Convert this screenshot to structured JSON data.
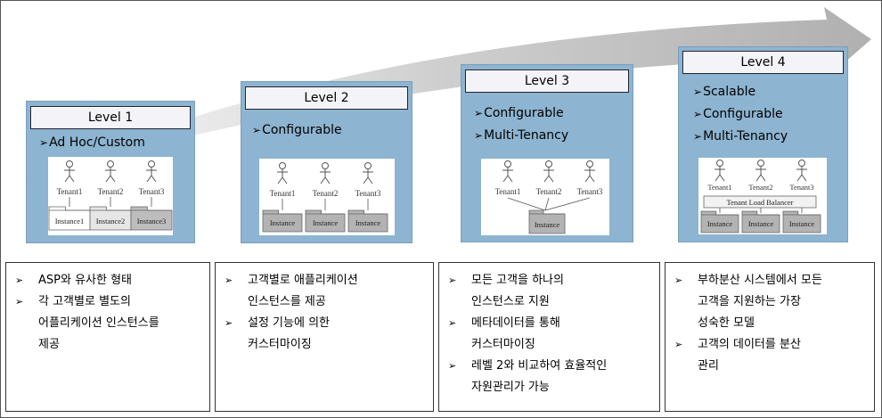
{
  "levels": [
    {
      "title": "Level 1",
      "features": [
        "Ad Hoc/Custom"
      ],
      "tenants": [
        "Tenant1",
        "Tenant2",
        "Tenant3"
      ],
      "instances": [
        "Instance1",
        "Instance2",
        "Instance3"
      ]
    },
    {
      "title": "Level 2",
      "features": [
        "Configurable"
      ],
      "tenants": [
        "Tenant1",
        "Tenant2",
        "Tenant3"
      ],
      "instances": [
        "Instance",
        "Instance",
        "Instance"
      ]
    },
    {
      "title": "Level 3",
      "features": [
        "Configurable",
        "Multi-Tenancy"
      ],
      "tenants": [
        "Tenant1",
        "Tenant2",
        "Tenant3"
      ],
      "instances": [
        "Instance"
      ]
    },
    {
      "title": "Level 4",
      "features": [
        "Scalable",
        "Configurable",
        "Multi-Tenancy"
      ],
      "tenants": [
        "Tenant1",
        "Tenant2",
        "Tenant3"
      ],
      "balancer": "Tenant Load Balancer",
      "instances": [
        "Instance",
        "Instance",
        "Instance"
      ]
    }
  ],
  "descriptions": [
    [
      "ASP와 유사한 형태",
      "각 고객별로 별도의\n어플리케이션 인스턴스를\n제공"
    ],
    [
      "고객별로 애플리케이션\n인스턴스를 제공",
      "설정 기능에 의한\n커스터마이징"
    ],
    [
      "모든 고객을 하나의\n인스턴스로 지원",
      "메타데이터를 통해\n커스터마이징",
      "레벨 2와 비교하여 효율적인\n자원관리가 가능"
    ],
    [
      "부하분산 시스템에서 모든\n고객을 지원하는 가장\n성숙한 모델",
      "고객의 데이터를 분산\n관리"
    ]
  ]
}
